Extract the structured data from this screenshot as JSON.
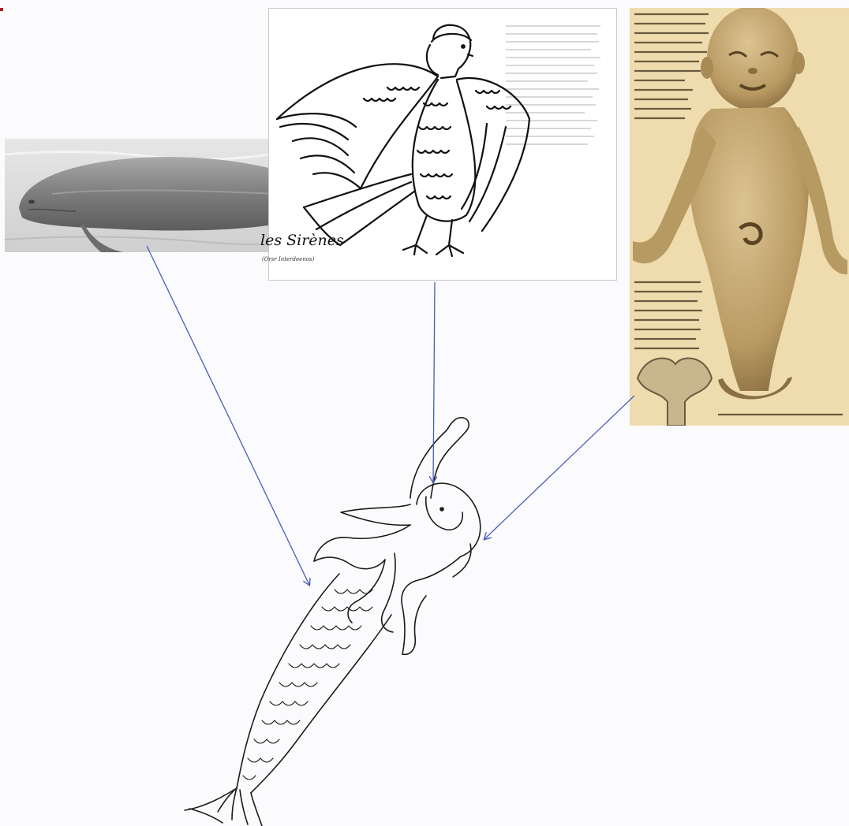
{
  "siren_panel": {
    "title": "les Sirènes",
    "subtitle": "(Orsr Interdeenos)"
  },
  "colors": {
    "arrow": "#4a5cb8",
    "ink": "#1a1a1a",
    "parchment": "#efdcae",
    "photo_gray": "#8d8d8d"
  },
  "icons": [
    "manatee-photo",
    "greek-siren-bird-woman",
    "sirenomelia-infant-plate",
    "mermaid-drawing"
  ]
}
